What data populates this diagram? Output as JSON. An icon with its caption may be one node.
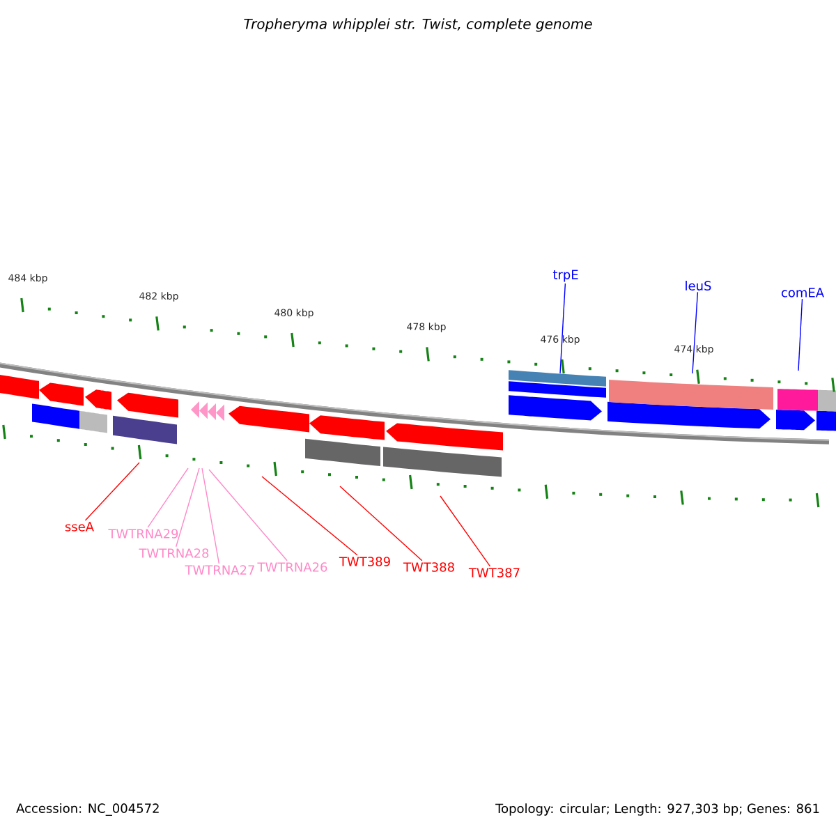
{
  "diagram": {
    "title": "Tropheryma whipplei str. Twist, complete genome",
    "nodes": [
      {
        "text": [
          "sseA"
        ]
      },
      {
        "text": [
          "TWTRNA29"
        ]
      },
      {
        "text": [
          "TWTRNA28"
        ]
      },
      {
        "text": [
          "TWTRNA27"
        ]
      },
      {
        "text": [
          "TWTRNA26"
        ]
      },
      {
        "text": [
          "TWT389"
        ]
      },
      {
        "text": [
          "TWT388"
        ]
      },
      {
        "text": [
          "TWT387"
        ]
      },
      {
        "text": [
          "trpE"
        ]
      },
      {
        "text": [
          "leuS"
        ]
      },
      {
        "text": [
          "comEA"
        ]
      }
    ],
    "edges": [
      {
        "from": 0,
        "to": null,
        "arrow": "none",
        "color": "#ff0000"
      },
      {
        "from": 1,
        "to": null,
        "arrow": "none",
        "color": "#ff88c8"
      },
      {
        "from": 2,
        "to": null,
        "arrow": "none",
        "color": "#ff88c8"
      },
      {
        "from": 3,
        "to": null,
        "arrow": "none",
        "color": "#ff88c8"
      },
      {
        "from": 4,
        "to": null,
        "arrow": "none",
        "color": "#ff88c8"
      },
      {
        "from": 5,
        "to": null,
        "arrow": "none",
        "color": "#ff0000"
      },
      {
        "from": 6,
        "to": null,
        "arrow": "none",
        "color": "#ff0000"
      },
      {
        "from": 7,
        "to": null,
        "arrow": "none",
        "color": "#ff0000"
      },
      {
        "from": 8,
        "to": null,
        "arrow": "none",
        "color": "#0000ff"
      },
      {
        "from": 9,
        "to": null,
        "arrow": "none",
        "color": "#0000ff"
      },
      {
        "from": 10,
        "to": null,
        "arrow": "none",
        "color": "#0000ff"
      }
    ],
    "labels": [
      "484 kbp",
      "482 kbp",
      "480 kbp",
      "478 kbp",
      "476 kbp",
      "474 kbp",
      "Accession: NC_004572",
      "Topology: circular; Length: 927,303 bp; Genes: 861"
    ]
  }
}
